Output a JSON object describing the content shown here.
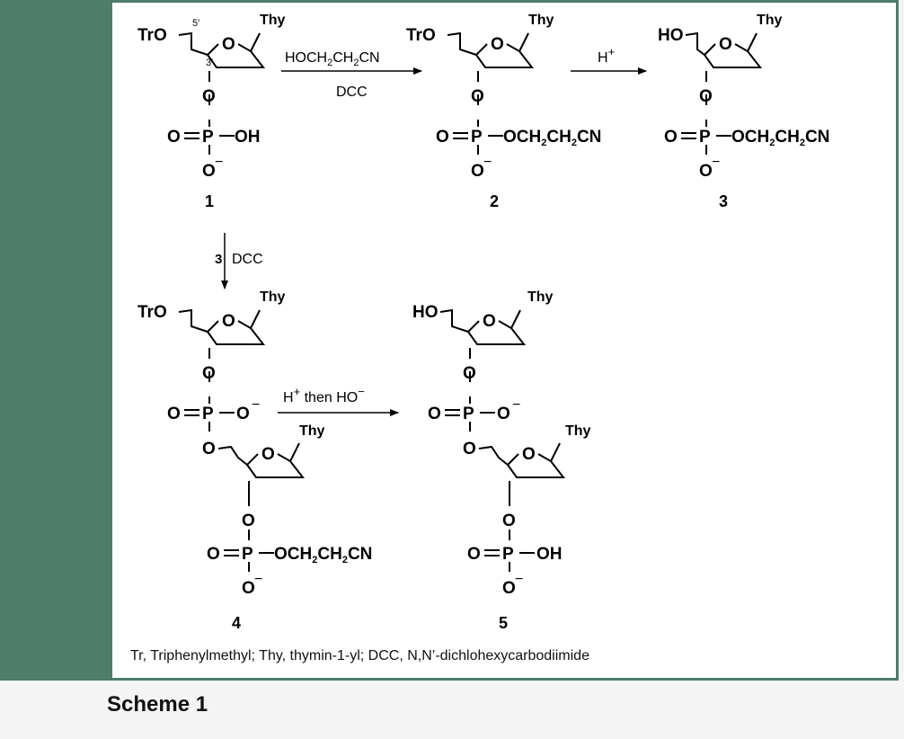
{
  "figure": {
    "title": "Scheme 1",
    "footnote": "Tr, Triphenylmethyl; Thy, thymin-1-yl; DCC, N,N’-dichlohexycarbodiimide",
    "accent_color": "#4e7d6a"
  },
  "labels": {
    "tro": "TrO",
    "ho": "HO",
    "thy": "Thy",
    "o": "O",
    "p": "P",
    "oh": "OH",
    "minus": "−",
    "och2": "OCH",
    "ch2": "CH",
    "cn": "CN",
    "sub2": "2",
    "pos5": "5'",
    "pos3": "3'"
  },
  "reagents": {
    "r1_hoch": "HOCH",
    "r1_ch": "CH",
    "r1_cn": "CN",
    "r1_sub": "2",
    "r1_below": "DCC",
    "r2_h": "H",
    "r2_plus": "+",
    "r3_num": "3",
    "r3_dcc": "DCC",
    "r4_h": "H",
    "r4_plus": "+",
    "r4_then": " then HO",
    "r4_minus": "−"
  },
  "compounds": [
    "1",
    "2",
    "3",
    "4",
    "5"
  ]
}
